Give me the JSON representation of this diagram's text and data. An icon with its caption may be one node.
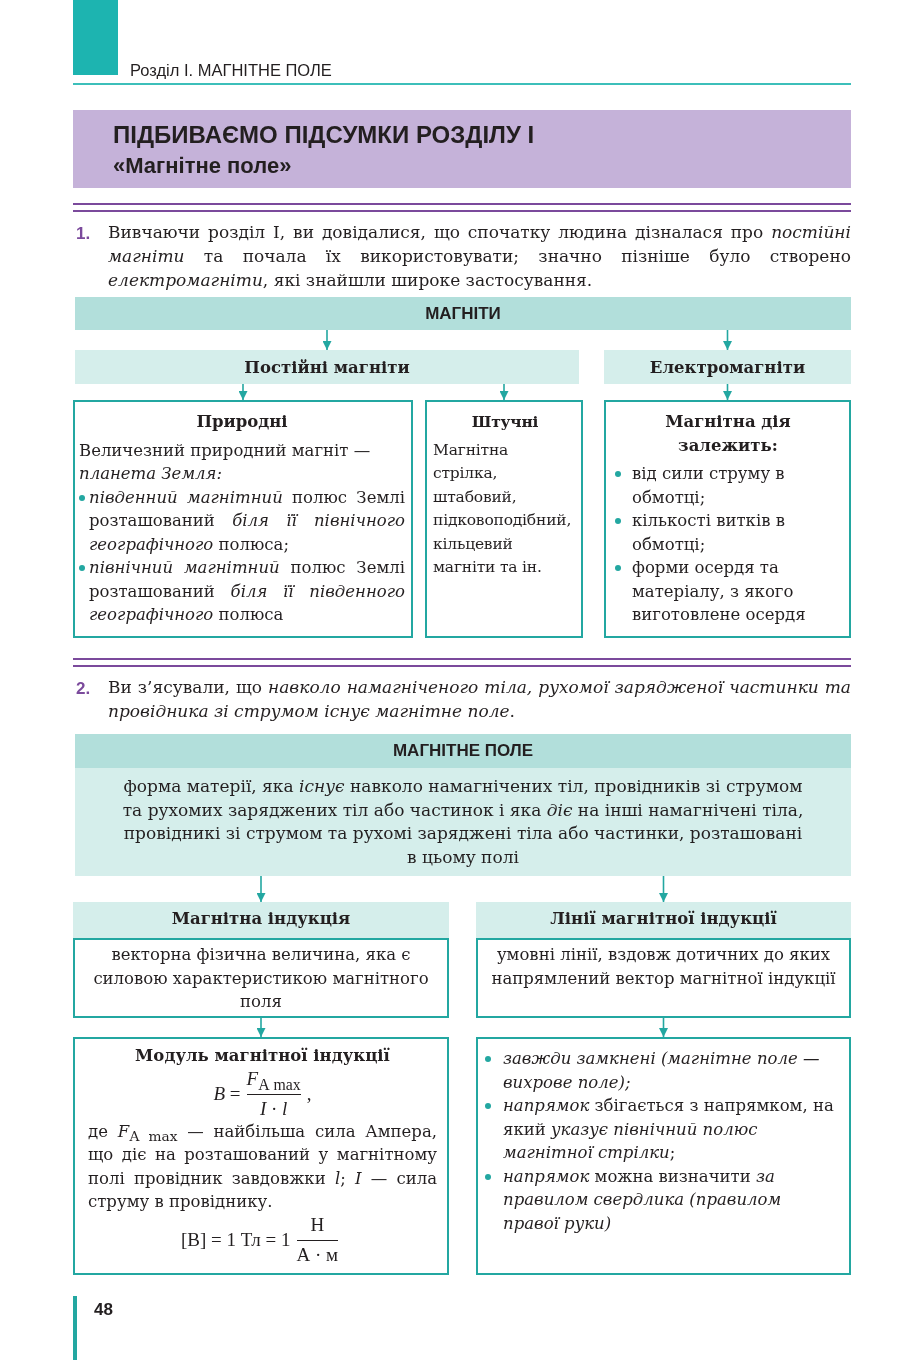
{
  "diagram": {
    "title": "ПІДБИВАЄМО ПІДСУМКИ РОЗДІЛУ І",
    "nodes": [
      {
        "text": [
          "МАГНІТИ"
        ]
      },
      {
        "text": [
          "Постійні магніти"
        ]
      },
      {
        "text": [
          "Електромагніти"
        ]
      },
      {
        "text": [
          "Природні",
          "Величезний природний магніт — *планета Земля:*",
          "*південний магнітний* полюс Землі розташований *біля її північного географічного* полюса;",
          "*північний магнітний* полюс Землі розташований *біля її південного географічного* полюса"
        ]
      },
      {
        "text": [
          "Штучні",
          "Магнітна стрілка, штабовий, підковоподібний, кільцевий магніти та ін."
        ]
      },
      {
        "text": [
          "Магнітна дія залежить:",
          "від сили струму в обмотці;",
          "кількості витків в обмотці;",
          "форми осердя та матеріалу, з якого виготовлене осердя"
        ]
      },
      {
        "text": [
          "МАГНІТНЕ ПОЛЕ",
          "форма матерії, яка *існує* навколо намагнічених тіл, провідників зі струмом та рухомих заряджених тіл або частинок і яка *діє* на інші намагнічені тіла, провідникі зі струмом та рухомі заряджені тіла або частинки, розташовані в цьому полі"
        ]
      },
      {
        "text": [
          "Магнітна індукція",
          "векторна фізична величина, яка є силовою характеристикою магнітного поля"
        ]
      },
      {
        "text": [
          "Лінії магнітної індукції",
          "умовні лінії, вздовж дотичних до яких напрямлений вектор магнітної індукції"
        ]
      },
      {
        "text": [
          "Модуль магнітної індукції",
          "*B* =",
          "*F*$_{А max}$",
          "*I* · *l*",
          ",",
          "де *F*$_{А max}$ — найбільша сила Ампера, що діє на розташований у магнітному полі провідник завдовжки *l*; *I* — сила струму в провіднику.",
          "[B] = 1 Тл = 1",
          "Н",
          "А · м"
        ]
      },
      {
        "text": [
          "завжди замкнені (магнітне поле — вихрове поле);",
          "*напрямок* збігається з напрямком, на який *указує північний полюс магнітної стрілки*;",
          "*напрямок* можна визначити *за правилом свердлика (правилом правої руки)*"
        ]
      }
    ],
    "edges": [
      {
        "from": 0,
        "to": 1,
        "arrow": "to"
      },
      {
        "from": 0,
        "to": 2,
        "arrow": "to"
      },
      {
        "from": 1,
        "to": 3,
        "arrow": "to"
      },
      {
        "from": 1,
        "to": 4,
        "arrow": "to"
      },
      {
        "from": 2,
        "to": 5,
        "arrow": "to"
      },
      {
        "from": 6,
        "to": 7,
        "arrow": "to"
      },
      {
        "from": 6,
        "to": 8,
        "arrow": "to"
      },
      {
        "from": 7,
        "to": 9,
        "arrow": "to"
      },
      {
        "from": 8,
        "to": 10,
        "arrow": "to"
      }
    ],
    "labels": [
      "Розділ І. МАГНІТНЕ ПОЛЕ",
      "«Магнітне поле»",
      "1.",
      "Вивчаючи розділ І, ви довідалися, що спочатку людина дізналася про *постійні магніти* та почала їх використовувати; значно пізніше було створено *електромагніти*, які знайшли широке застосування.",
      "2.",
      "Ви з’ясували, що *навколо намагніченого тіла, рухомої зарядженої частинки та провідника зі струмом існує магнітне поле*.",
      "48"
    ]
  }
}
